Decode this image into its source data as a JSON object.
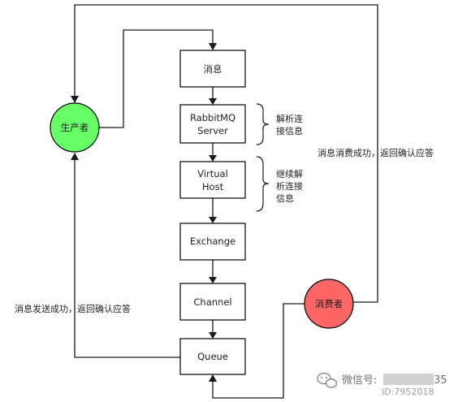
{
  "nodes": {
    "msg": "消息",
    "rabbit_l1": "RabbitMQ",
    "rabbit_l2": "Server",
    "vhost_l1": "Virtual",
    "vhost_l2": "Host",
    "exchange": "Exchange",
    "channel": "Channel",
    "queue": "Queue",
    "producer": "生产者",
    "consumer": "消费者"
  },
  "notes": {
    "parse1": [
      "解析连",
      "接信息"
    ],
    "parse2": [
      "继续解",
      "析连接",
      "信息"
    ],
    "consume_ok": "消息消费成功，返回确认应答",
    "send_ok": "消息发送成功，返回确认应答"
  },
  "watermark": {
    "text": "微信号: ",
    "id": "35",
    "sub": "ID:7952018"
  },
  "colors": {
    "producer_fill": "#66ff66",
    "consumer_fill": "#ff6666",
    "box_stroke": "#000000"
  }
}
